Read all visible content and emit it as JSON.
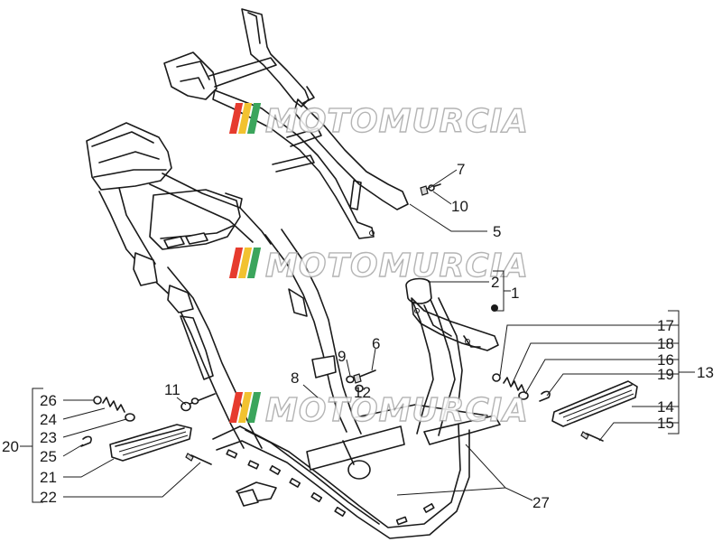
{
  "watermark": {
    "text": "MOTOMURCIA",
    "colors": {
      "red": "#e63b2e",
      "yellow": "#f2c230",
      "green": "#3ba55c",
      "outline": "#a8a8a8"
    }
  },
  "callouts": {
    "c1": "1",
    "c2": "2",
    "c5": "5",
    "c6": "6",
    "c7": "7",
    "c8": "8",
    "c9": "9",
    "c10": "10",
    "c11": "11",
    "c12": "12",
    "c13": "13",
    "c14": "14",
    "c15": "15",
    "c16": "16",
    "c17": "17",
    "c18": "18",
    "c19": "19",
    "c20": "20",
    "c21": "21",
    "c22": "22",
    "c23": "23",
    "c24": "24",
    "c25": "25",
    "c26": "26",
    "c27": "27"
  }
}
